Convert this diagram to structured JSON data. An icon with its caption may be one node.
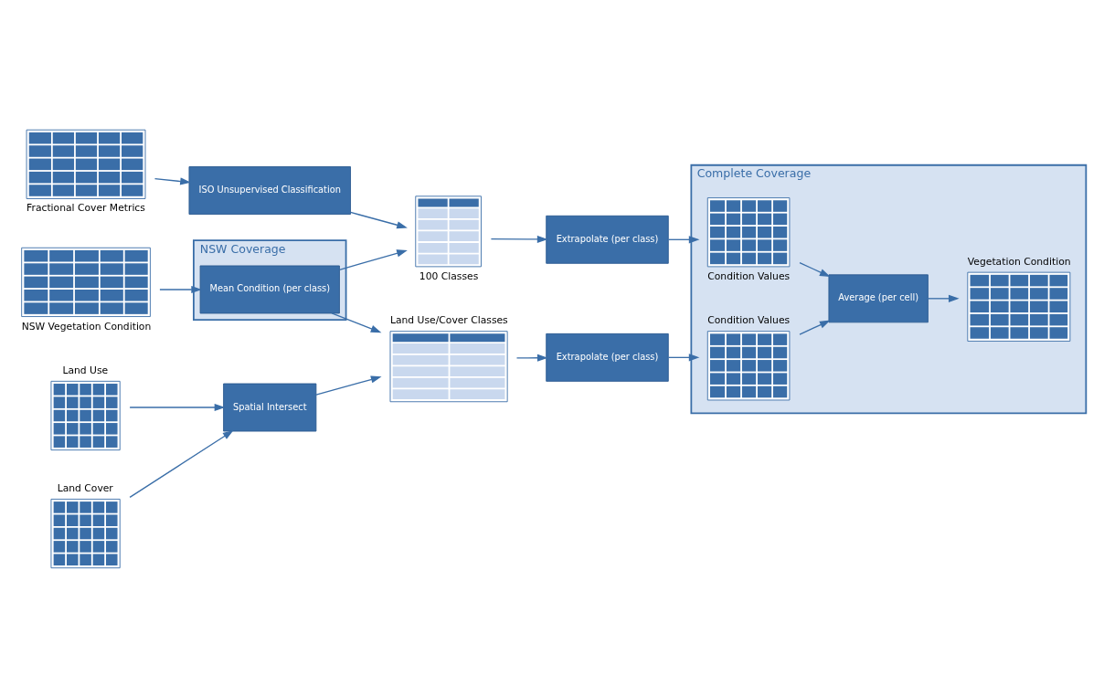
{
  "diagram": {
    "nodes": [
      {
        "text": [
          "Complete Coverage"
        ]
      },
      {
        "text": [
          "NSW Coverage"
        ]
      },
      {
        "text": [
          "Land Use"
        ]
      },
      {
        "text": [
          "Land Cover"
        ]
      },
      {
        "text": [
          "NSW Vegetation Condition"
        ]
      },
      {
        "text": [
          "Fractional Cover Metrics"
        ]
      },
      {
        "text": [
          "Spatial Intersect"
        ]
      },
      {
        "text": [
          "Land Use/Cover Classes"
        ]
      },
      {
        "text": [
          "Mean Condition (per class)"
        ],
        "in": 1
      },
      {
        "text": [
          "ISO Unsupervised Classification"
        ]
      },
      {
        "text": [
          "100 Classes"
        ]
      },
      {
        "text": [
          "Extrapolate (per class)"
        ]
      },
      {
        "text": [
          "Extrapolate (per class)"
        ]
      },
      {
        "text": [
          "Condition Values"
        ],
        "in": 0
      },
      {
        "text": [
          "Average (per cell)"
        ],
        "in": 0
      },
      {
        "text": [
          "Vegetation Condition"
        ],
        "in": 0
      },
      {
        "text": [
          "Condition Values"
        ],
        "in": 0
      }
    ],
    "edges": [
      {
        "from": 2,
        "to": 6,
        "arrow": "to"
      },
      {
        "from": 3,
        "to": 6,
        "arrow": "to"
      },
      {
        "from": 6,
        "to": 7,
        "arrow": "to"
      },
      {
        "from": 4,
        "to": 8,
        "arrow": "to"
      },
      {
        "from": 8,
        "to": 7,
        "arrow": "to"
      },
      {
        "from": 8,
        "to": 10,
        "arrow": "to"
      },
      {
        "from": 5,
        "to": 9,
        "arrow": "to"
      },
      {
        "from": 9,
        "to": 10,
        "arrow": "to"
      },
      {
        "from": 7,
        "to": 11,
        "arrow": "to"
      },
      {
        "from": 10,
        "to": 12,
        "arrow": "to"
      },
      {
        "from": 11,
        "to": 13,
        "arrow": "to"
      },
      {
        "from": 12,
        "to": 16,
        "arrow": "to"
      },
      {
        "from": 13,
        "to": 14,
        "arrow": "to"
      },
      {
        "from": 16,
        "to": 14,
        "arrow": "to"
      },
      {
        "from": 14,
        "to": 15,
        "arrow": "to"
      }
    ]
  }
}
